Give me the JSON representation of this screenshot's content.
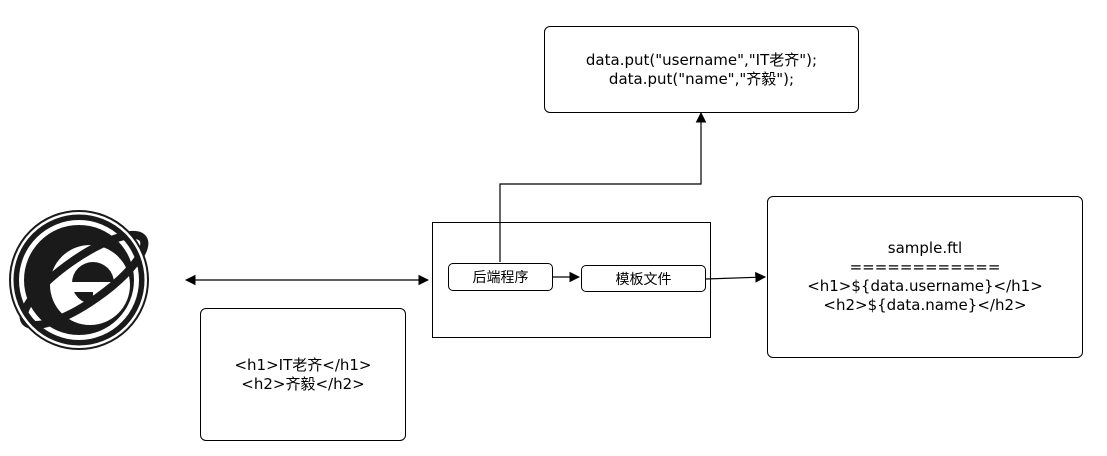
{
  "data_box": {
    "lines": [
      "data.put(\"username\",\"IT老齐\");",
      "data.put(\"name\",\"齐毅\");"
    ]
  },
  "backend_program": {
    "label": "后端程序"
  },
  "template_file": {
    "label": "模板文件"
  },
  "template_box": {
    "lines": [
      "sample.ftl",
      "============",
      "<h1>${data.username}</h1>",
      "<h2>${data.name}</h2>"
    ]
  },
  "output_box": {
    "lines": [
      "<h1>IT老齐</h1>",
      "<h2>齐毅</h2>"
    ]
  },
  "browser_icon": {
    "name": "internet-explorer-icon"
  }
}
